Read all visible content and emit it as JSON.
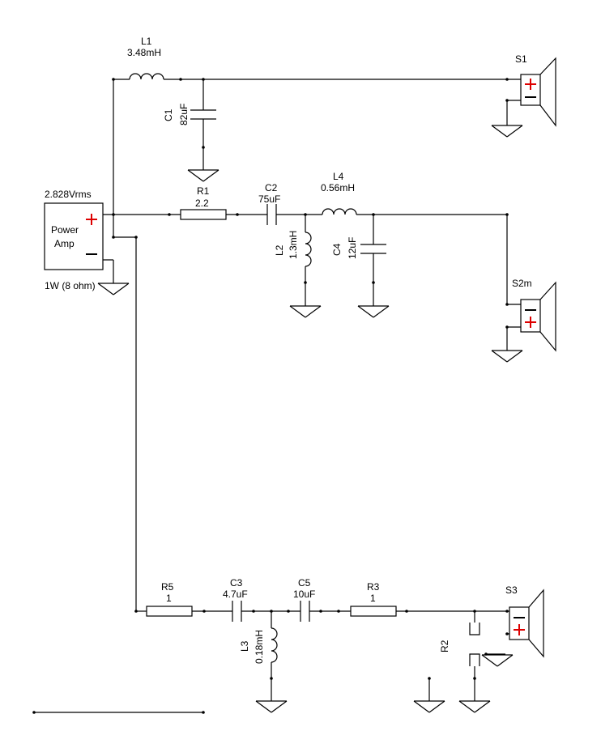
{
  "source": {
    "voltage": "2.828Vrms",
    "name_line1": "Power",
    "name_line2": "Amp",
    "rating": "1W (8 ohm)"
  },
  "components": {
    "L1": {
      "ref": "L1",
      "value": "3.48mH"
    },
    "C1": {
      "ref": "C1",
      "value": "82uF"
    },
    "R1": {
      "ref": "R1",
      "value": "2.2"
    },
    "C2": {
      "ref": "C2",
      "value": "75uF"
    },
    "L4": {
      "ref": "L4",
      "value": "0.56mH"
    },
    "L2": {
      "ref": "L2",
      "value": "1.3mH"
    },
    "C4": {
      "ref": "C4",
      "value": "12uF"
    },
    "R5": {
      "ref": "R5",
      "value": "1"
    },
    "C3": {
      "ref": "C3",
      "value": "4.7uF"
    },
    "C5": {
      "ref": "C5",
      "value": "10uF"
    },
    "R3": {
      "ref": "R3",
      "value": "1"
    },
    "L3": {
      "ref": "L3",
      "value": "0.18mH"
    },
    "R2": {
      "ref": "R2"
    }
  },
  "speakers": {
    "S1": {
      "ref": "S1"
    },
    "S2m": {
      "ref": "S2m"
    },
    "S3": {
      "ref": "S3"
    }
  }
}
